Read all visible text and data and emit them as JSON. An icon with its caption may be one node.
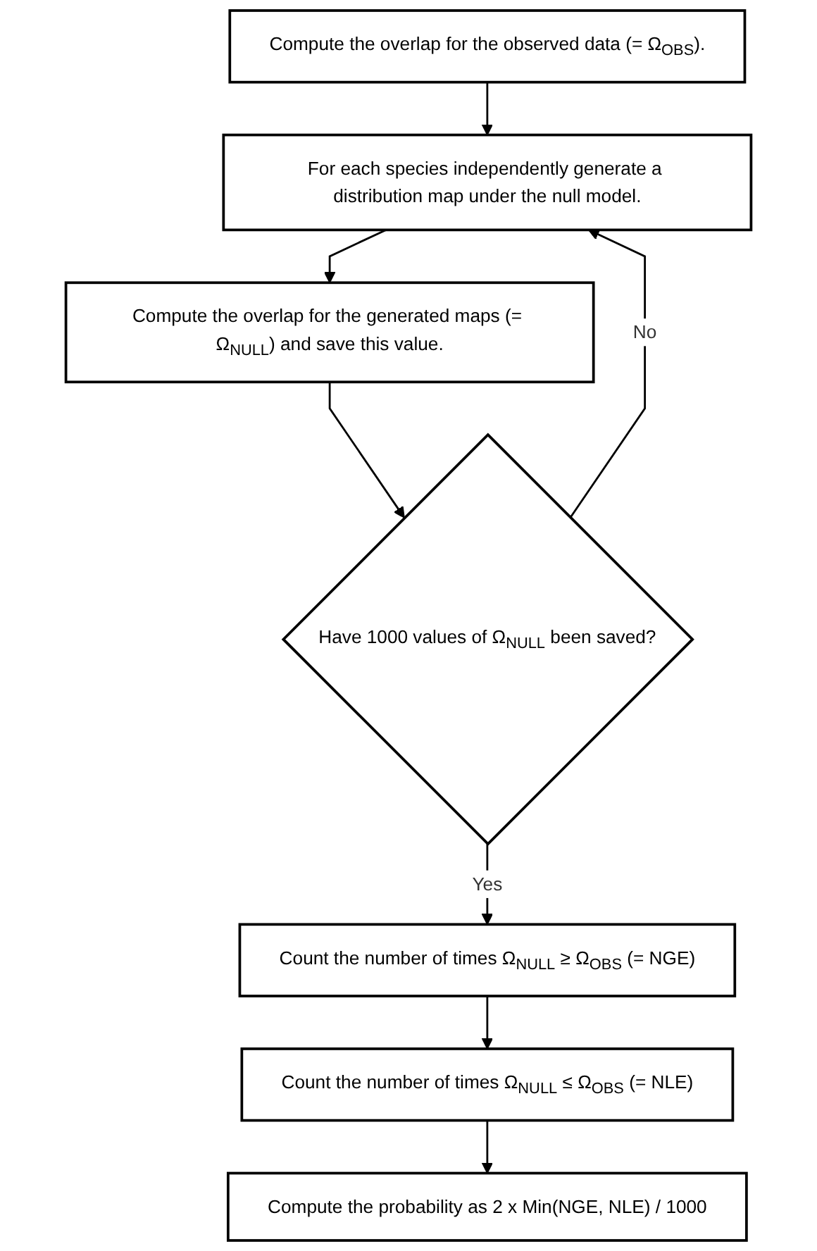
{
  "diagram": {
    "nodes": [
      {
        "text": [
          "Compute the overlap for the observed data (= Ω$_{OBS}$)."
        ]
      },
      {
        "text": [
          "For each species independently generate a distribution map under the null model."
        ]
      },
      {
        "text": [
          "Compute the overlap for the generated maps (= Ω$_{NULL}$) and save this value."
        ]
      },
      {
        "text": [
          "Have 1000 values of Ω$_{NULL}$ been saved?"
        ]
      },
      {
        "text": [
          "Count the number of times Ω$_{NULL}$ ≥ Ω$_{OBS}$ (= NGE)"
        ]
      },
      {
        "text": [
          "Count the number of times Ω$_{NULL}$ ≤ Ω$_{OBS}$ (= NLE)"
        ]
      },
      {
        "text": [
          "Compute the probability as 2 x Min(NGE, NLE) / 1000"
        ]
      }
    ],
    "edges": [
      {
        "from": 0,
        "to": 1,
        "arrow": "to"
      },
      {
        "from": 1,
        "to": 2,
        "arrow": "to"
      },
      {
        "from": 2,
        "to": 3,
        "arrow": "to"
      },
      {
        "from": 3,
        "to": 1,
        "arrow": "to",
        "label": "No"
      },
      {
        "from": 3,
        "to": 4,
        "arrow": "to",
        "label": "Yes"
      },
      {
        "from": 4,
        "to": 5,
        "arrow": "to"
      },
      {
        "from": 5,
        "to": 6,
        "arrow": "to"
      }
    ]
  }
}
